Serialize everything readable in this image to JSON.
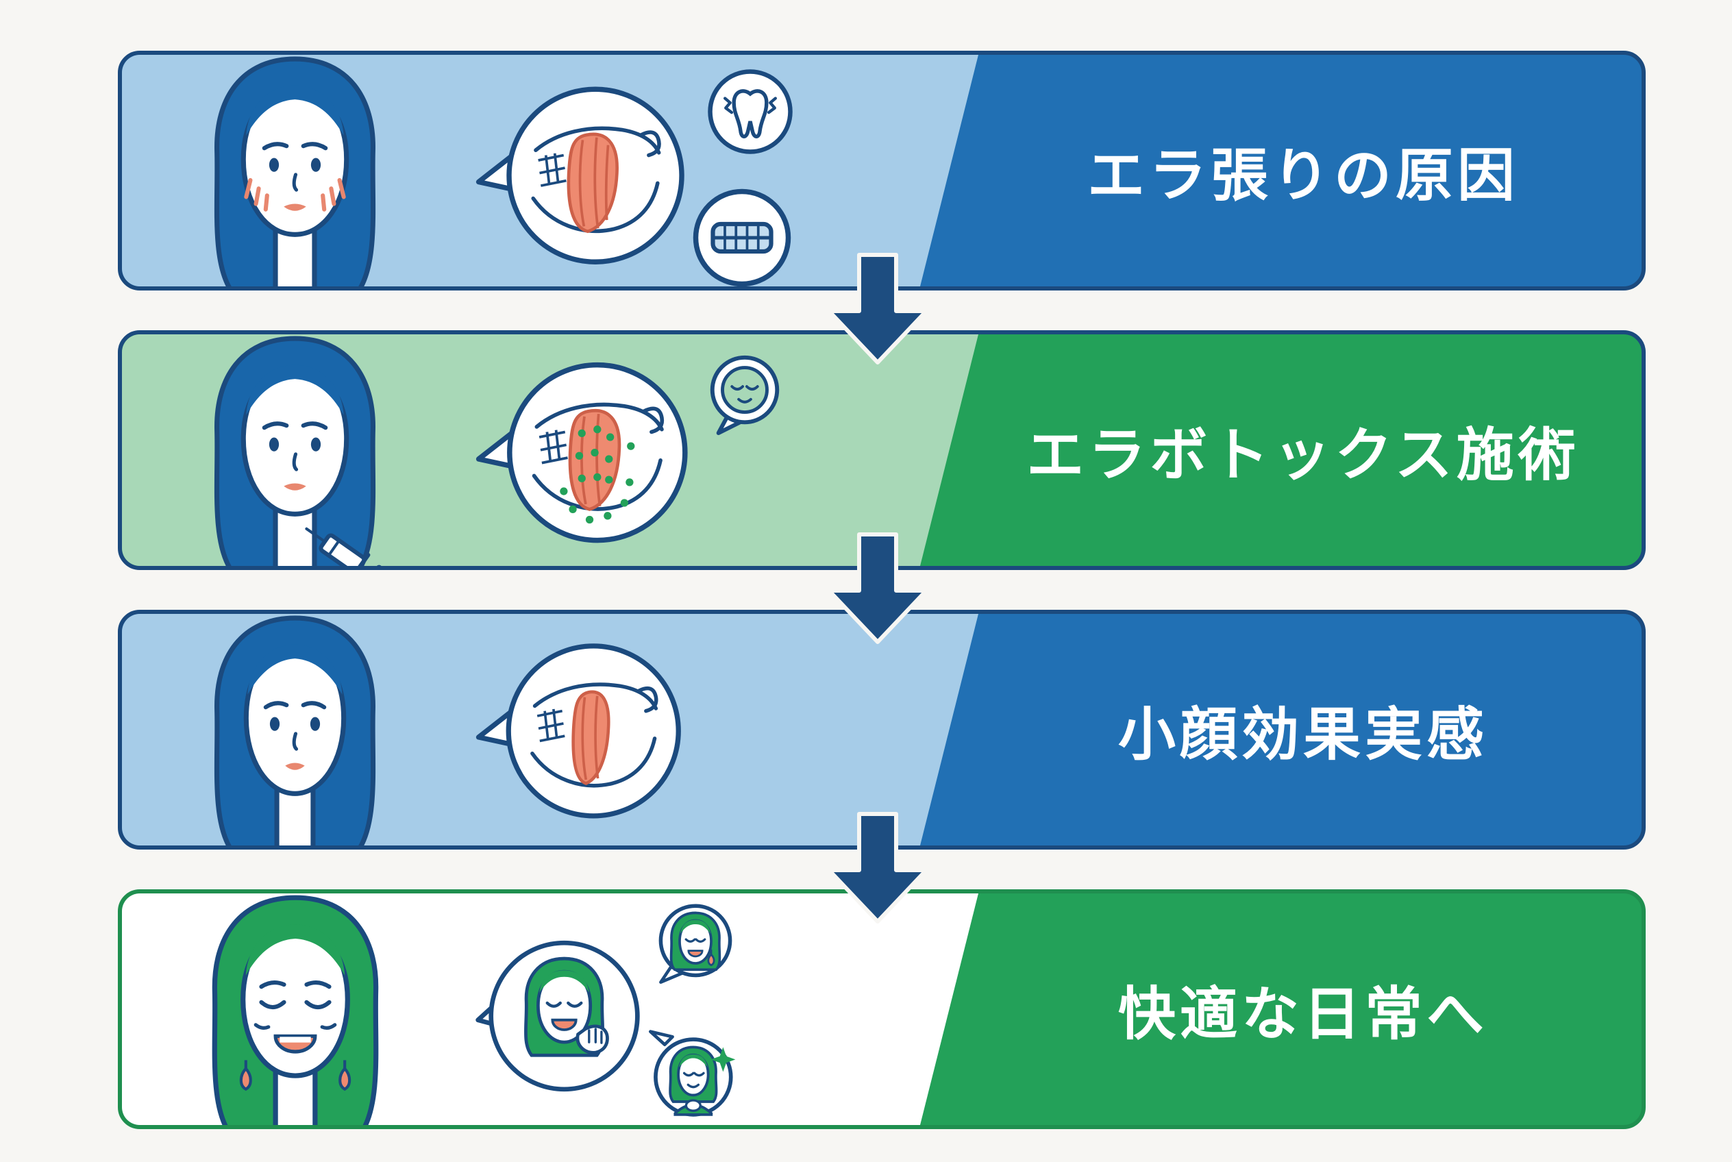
{
  "page": {
    "background": "#f7f6f3",
    "type": "treatment-flow-infographic"
  },
  "colors": {
    "blue": "#2170b4",
    "light_blue": "#a6cce8",
    "green": "#23a159",
    "light_green": "#a8d8b7",
    "navy_outline": "#1b4a7e",
    "arrow": "#1d4d80",
    "salmon": "#ee8a70",
    "label_text": "#ffffff"
  },
  "steps": [
    {
      "id": 1,
      "label": "エラ張りの原因",
      "theme": "blue",
      "icons": [
        "woman-face-jaw-tension-icon",
        "masseter-muscle-bubble-icon",
        "tooth-grinding-icon",
        "teeth-clenching-icon"
      ]
    },
    {
      "id": 2,
      "label": "エラボトックス施術",
      "theme": "green",
      "icons": [
        "woman-face-injection-icon",
        "botox-injection-bubble-icon",
        "relieved-face-icon"
      ]
    },
    {
      "id": 3,
      "label": "小顔効果実感",
      "theme": "blue",
      "icons": [
        "woman-face-slim-icon",
        "slim-muscle-bubble-icon"
      ]
    },
    {
      "id": 4,
      "label": "快適な日常へ",
      "theme": "green",
      "icons": [
        "smiling-woman-icon",
        "happy-woman-bubble-icon",
        "chatting-woman-icon",
        "confident-woman-icon"
      ]
    }
  ],
  "arrows": {
    "count": 3,
    "direction": "down",
    "color": "#1d4d80"
  }
}
